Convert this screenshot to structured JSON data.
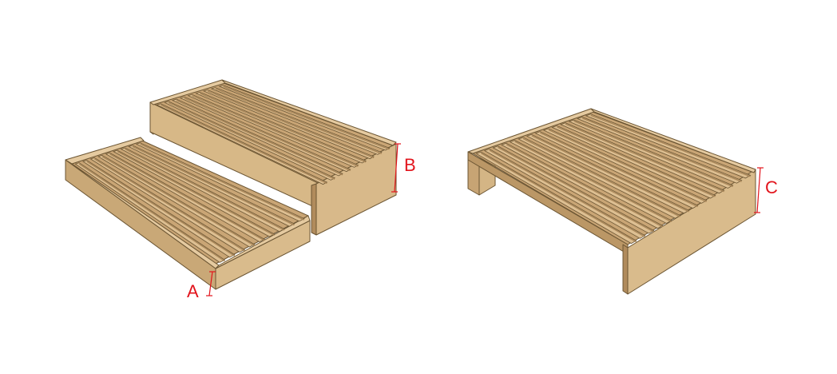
{
  "diagram": {
    "labels": {
      "a": "A",
      "b": "B",
      "c": "C"
    },
    "colors": {
      "dimension": "#e2141c",
      "wood_light": "#ddbf92",
      "wood_mid": "#c7a272",
      "wood_dark": "#a98658",
      "edge": "#6b5533",
      "gap": "#ffffff"
    }
  }
}
